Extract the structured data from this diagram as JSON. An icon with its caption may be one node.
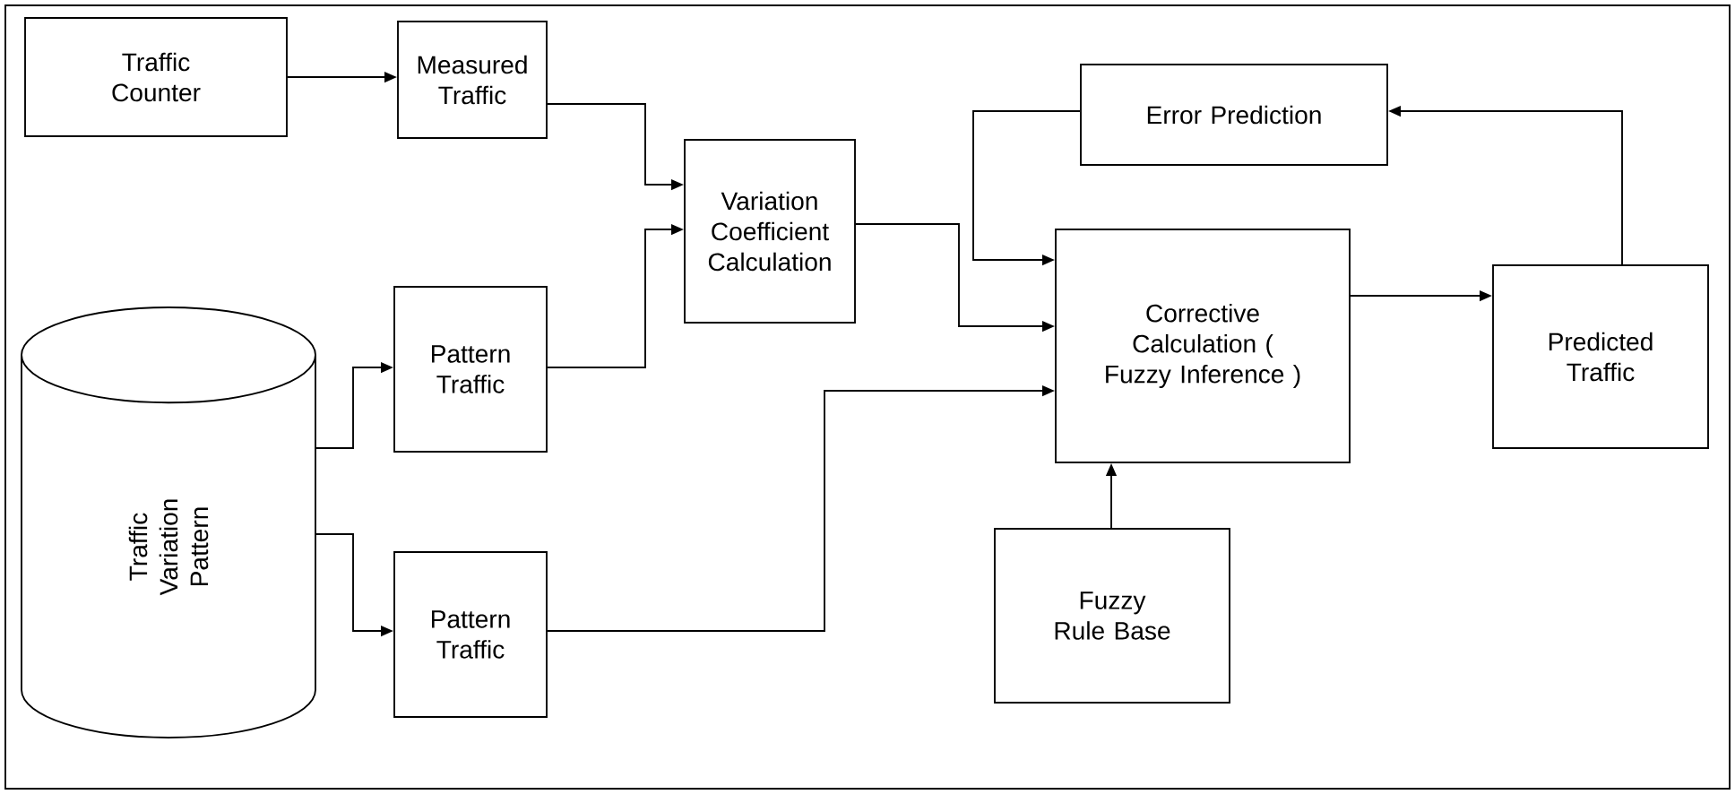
{
  "diagram": {
    "nodes": [
      {
        "text": [
          "Traffic Counter"
        ]
      },
      {
        "text": [
          "Measured Traffic"
        ]
      },
      {
        "text": [
          "Variation Coefficient Calculation"
        ]
      },
      {
        "text": [
          "Error Prediction"
        ]
      },
      {
        "text": [
          "Corrective Calculation ( Fuzzy Inference )"
        ]
      },
      {
        "text": [
          "Predicted Traffic"
        ]
      },
      {
        "text": [
          "Traffic Variation Pattern"
        ]
      },
      {
        "text": [
          "Pattern Traffic"
        ]
      },
      {
        "text": [
          "Pattern Traffic"
        ]
      },
      {
        "text": [
          "Fuzzy Rule Base"
        ]
      }
    ],
    "edges": [
      {
        "from": 0,
        "to": 1,
        "arrow": "to"
      },
      {
        "from": 1,
        "to": 2,
        "arrow": "to"
      },
      {
        "from": 7,
        "to": 2,
        "arrow": "to"
      },
      {
        "from": 6,
        "to": 7,
        "arrow": "to"
      },
      {
        "from": 6,
        "to": 8,
        "arrow": "to"
      },
      {
        "from": 8,
        "to": 4,
        "arrow": "to"
      },
      {
        "from": 2,
        "to": 4,
        "arrow": "to"
      },
      {
        "from": 3,
        "to": 4,
        "arrow": "to"
      },
      {
        "from": 9,
        "to": 4,
        "arrow": "to"
      },
      {
        "from": 4,
        "to": 5,
        "arrow": "to"
      },
      {
        "from": 5,
        "to": 3,
        "arrow": "to"
      }
    ]
  }
}
